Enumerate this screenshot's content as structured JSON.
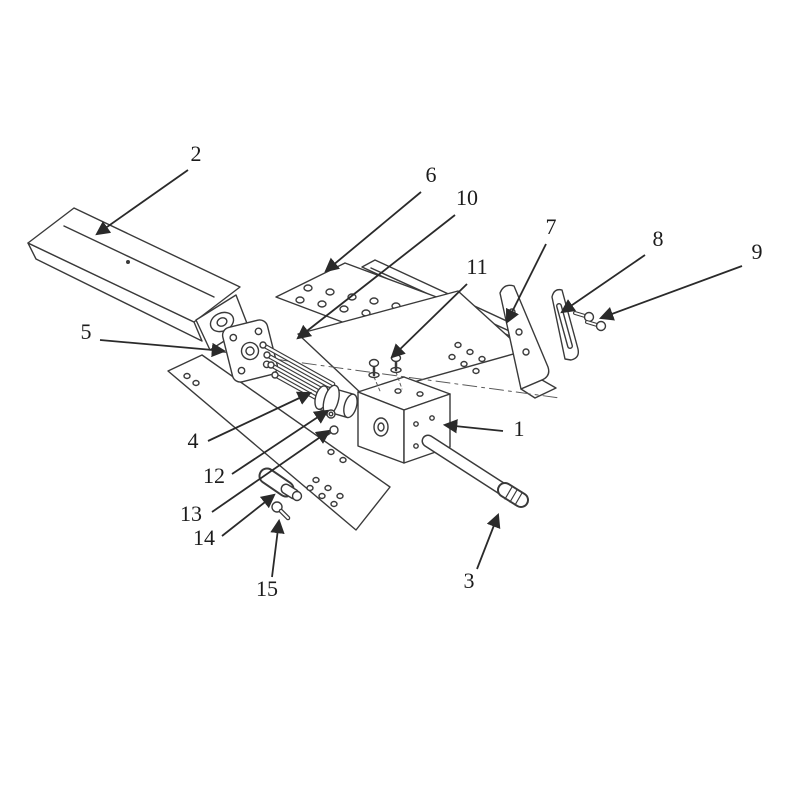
{
  "colors": {
    "ink": "#3a3a3a",
    "arrow": "#2a2a2a",
    "background": "#ffffff"
  },
  "callouts": {
    "c1": "1",
    "c2": "2",
    "c3": "3",
    "c4": "4",
    "c5": "5",
    "c6": "6",
    "c7": "7",
    "c8": "8",
    "c9": "9",
    "c10": "10",
    "c11": "11",
    "c12": "12",
    "c13": "13",
    "c14": "14",
    "c15": "15"
  }
}
